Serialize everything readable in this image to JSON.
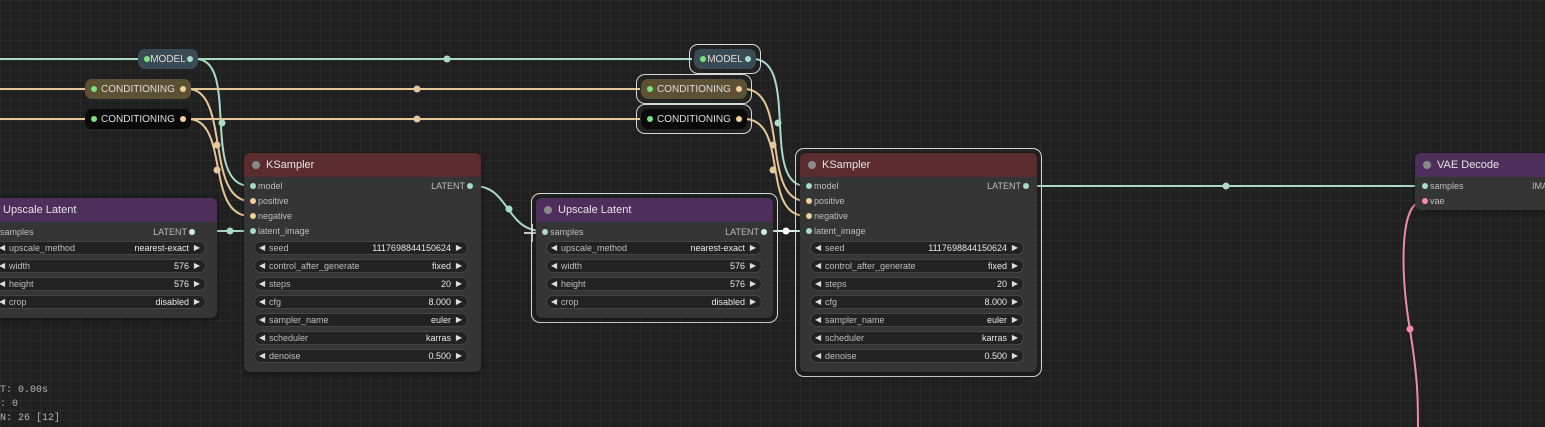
{
  "colors": {
    "model": "#a9dbc6",
    "conditioning": "#f0cf9e",
    "latent": "#a9dbc6",
    "vae": "#f28ba8",
    "ksampler_title": "#5a2c30",
    "latent_node_title": "#4e2e5a"
  },
  "reroutes": {
    "model_1": "MODEL",
    "cond_pos_1": "CONDITIONING",
    "cond_neg_1": "CONDITIONING",
    "model_2": "MODEL",
    "cond_pos_2": "CONDITIONING",
    "cond_neg_2": "CONDITIONING"
  },
  "upscale_left": {
    "title": "Upscale Latent",
    "input": "samples",
    "output": "LATENT",
    "widgets": [
      {
        "label": "upscale_method",
        "value": "nearest-exact"
      },
      {
        "label": "width",
        "value": "576"
      },
      {
        "label": "height",
        "value": "576"
      },
      {
        "label": "crop",
        "value": "disabled"
      }
    ]
  },
  "ksampler_1": {
    "title": "KSampler",
    "inputs": [
      "model",
      "positive",
      "negative",
      "latent_image"
    ],
    "output": "LATENT",
    "widgets": [
      {
        "label": "seed",
        "value": "1117698844150624"
      },
      {
        "label": "control_after_generate",
        "value": "fixed"
      },
      {
        "label": "steps",
        "value": "20"
      },
      {
        "label": "cfg",
        "value": "8.000"
      },
      {
        "label": "sampler_name",
        "value": "euler"
      },
      {
        "label": "scheduler",
        "value": "karras"
      },
      {
        "label": "denoise",
        "value": "0.500"
      }
    ]
  },
  "upscale_mid": {
    "title": "Upscale Latent",
    "input": "samples",
    "output": "LATENT",
    "widgets": [
      {
        "label": "upscale_method",
        "value": "nearest-exact"
      },
      {
        "label": "width",
        "value": "576"
      },
      {
        "label": "height",
        "value": "576"
      },
      {
        "label": "crop",
        "value": "disabled"
      }
    ]
  },
  "ksampler_2": {
    "title": "KSampler",
    "inputs": [
      "model",
      "positive",
      "negative",
      "latent_image"
    ],
    "output": "LATENT",
    "widgets": [
      {
        "label": "seed",
        "value": "1117698844150624"
      },
      {
        "label": "control_after_generate",
        "value": "fixed"
      },
      {
        "label": "steps",
        "value": "20"
      },
      {
        "label": "cfg",
        "value": "8.000"
      },
      {
        "label": "sampler_name",
        "value": "euler"
      },
      {
        "label": "scheduler",
        "value": "karras"
      },
      {
        "label": "denoise",
        "value": "0.500"
      }
    ]
  },
  "vae_decode": {
    "title": "VAE Decode",
    "inputs": [
      "samples",
      "vae"
    ],
    "output": "IMA"
  },
  "stats": {
    "line1": "T: 0.00s",
    "line2": ": 0",
    "line3": "N: 26 [12]"
  },
  "arrows": {
    "left": "◀",
    "right": "▶"
  }
}
